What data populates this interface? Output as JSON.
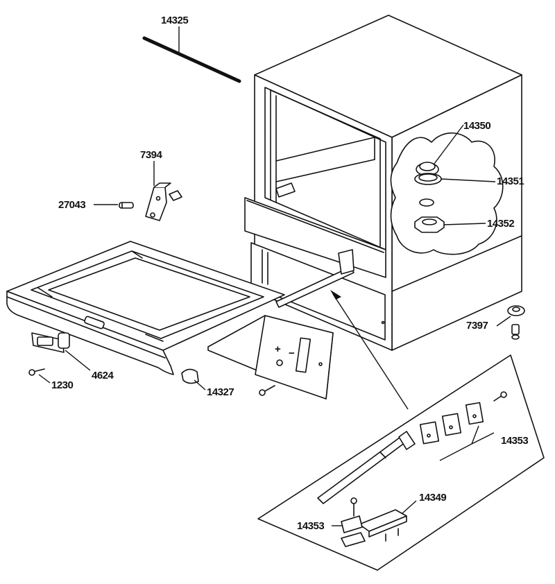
{
  "diagram": {
    "type": "exploded parts diagram",
    "colors": {
      "ink": "#111111",
      "paper": "#ffffff"
    },
    "parts": [
      {
        "id": "p14325",
        "label": "14325",
        "component": "trim strip"
      },
      {
        "id": "p7394",
        "label": "7394",
        "component": "hinge bracket"
      },
      {
        "id": "p27043",
        "label": "27043",
        "component": "pin"
      },
      {
        "id": "p14350",
        "label": "14350",
        "component": "bushing nut"
      },
      {
        "id": "p14351",
        "label": "14351",
        "component": "washer"
      },
      {
        "id": "p14352",
        "label": "14352",
        "component": "hex nut"
      },
      {
        "id": "p7397",
        "label": "7397",
        "component": "foot and screw"
      },
      {
        "id": "p4624",
        "label": "4624",
        "component": "latch"
      },
      {
        "id": "p1230",
        "label": "1230",
        "component": "screw"
      },
      {
        "id": "p14327",
        "label": "14327",
        "component": "knob"
      },
      {
        "id": "p14353a",
        "label": "14353",
        "component": "slide blocks"
      },
      {
        "id": "p14353b",
        "label": "14353",
        "component": "slide block"
      },
      {
        "id": "p14349",
        "label": "14349",
        "component": "slide bracket"
      }
    ],
    "panel_markings": {
      "plus": "+",
      "minus": "−"
    }
  }
}
